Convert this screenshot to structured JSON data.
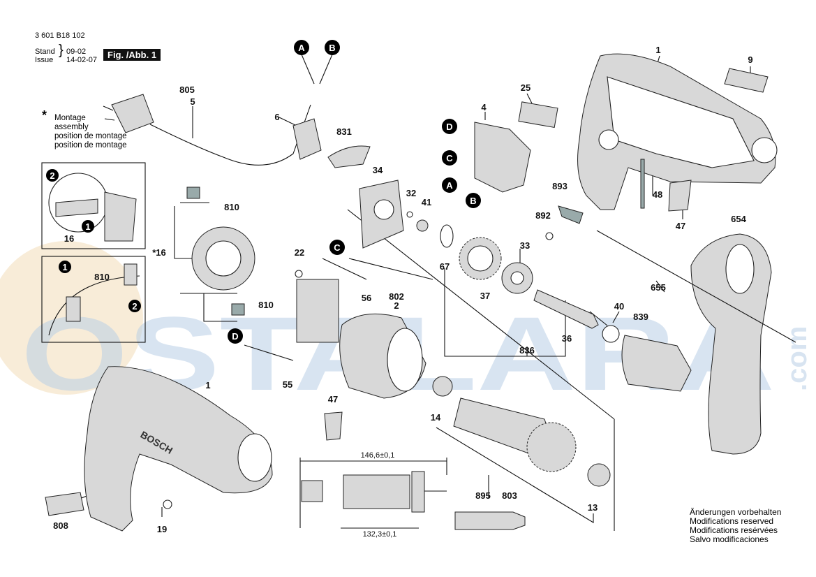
{
  "header": {
    "doc_number": "3 601 B18 102",
    "stand_label": "Stand",
    "stand_date": "09-02",
    "issue_label": "Issue",
    "issue_date": "14-02-07",
    "figure_label": "Fig. /Abb. 1"
  },
  "montage_note": {
    "star": "*",
    "lines": [
      "Montage",
      "assembly",
      "position de montage",
      "position de montage"
    ]
  },
  "callouts": {
    "A": "A",
    "B": "B",
    "C": "C",
    "D": "D",
    "step1": "1",
    "step2": "2"
  },
  "part_labels": {
    "p1_top": "1",
    "p9": "9",
    "p805": "805",
    "p5": "5",
    "p6": "6",
    "p25": "25",
    "p4": "4",
    "p831": "831",
    "p34": "34",
    "p32": "32",
    "p41": "41",
    "p893": "893",
    "p48": "48",
    "p892": "892",
    "p47_right": "47",
    "p654": "654",
    "p810_top": "810",
    "p16_box": "16",
    "p16_star": "*16",
    "p810_mid": "810",
    "p810_low": "810",
    "p22": "22",
    "p56": "56",
    "p802": "802",
    "p2": "2",
    "p67": "67",
    "p33": "33",
    "p37": "37",
    "p655": "655",
    "p40": "40",
    "p839": "839",
    "p836": "836",
    "p36": "36",
    "p55": "55",
    "p1_low": "1",
    "p47_low": "47",
    "p14": "14",
    "p808": "808",
    "p19": "19",
    "p895": "895",
    "p803": "803",
    "p13": "13"
  },
  "dimensions": {
    "overall": "146,6±0,1",
    "core": "132,3±0,1"
  },
  "tool_brand": "BOSCH",
  "notes": [
    "Änderungen vorbehalten",
    "Modifications reserved",
    "Modifications resérvées",
    "Salvo modificaciones"
  ],
  "watermark": {
    "text": "OSTALARA",
    "suffix": ".com"
  },
  "colors": {
    "watermark": "#b9cfe6",
    "watermark_circle": "#f3dcb8",
    "callout_fill": "#000000",
    "line": "#111111"
  }
}
